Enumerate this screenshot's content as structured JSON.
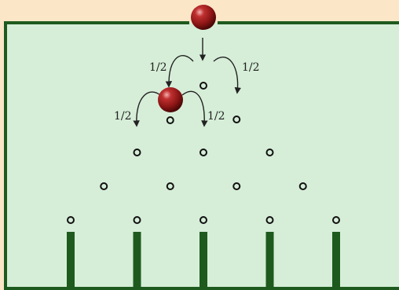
{
  "colors": {
    "page_background": "#fbe6c8",
    "board_fill": "#d6eed8",
    "board_border": "#1e5a1e",
    "peg_stroke": "#111111",
    "ball": "#9e1b1b",
    "arrow": "#222222"
  },
  "labels": {
    "prob_top_left": "1/2",
    "prob_top_right": "1/2",
    "prob_mid_left": "1/2",
    "prob_mid_right": "1/2"
  },
  "pegs_per_row": [
    1,
    2,
    3,
    4,
    5
  ],
  "bins": 6
}
